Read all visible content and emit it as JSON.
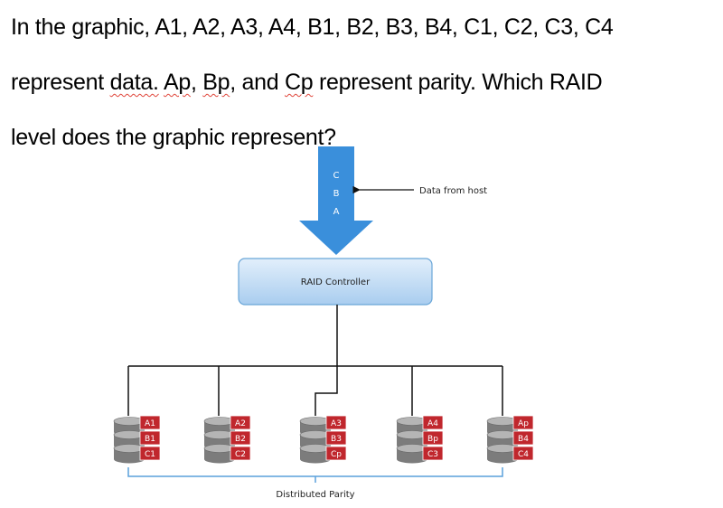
{
  "question": {
    "line1": "In the graphic, A1, A2, A3, A4, B1, B2, B3, B4, C1, C2, C3, C4",
    "line2_pre": "represent ",
    "line2_w1": "data.",
    "line2_sp1": " ",
    "line2_w2": "Ap",
    "line2_mid": ", ",
    "line2_w3": "Bp",
    "line2_mid2": ", and ",
    "line2_w4": "Cp",
    "line2_post": " represent parity. Which RAID",
    "line3": "level does the graphic represent?"
  },
  "diagram": {
    "arrow_letters": [
      "C",
      "B",
      "A"
    ],
    "host_label": "Data from host",
    "controller_label": "RAID Controller",
    "footer_label": "Distributed Parity",
    "disks": [
      {
        "blocks": [
          "A1",
          "B1",
          "C1"
        ]
      },
      {
        "blocks": [
          "A2",
          "B2",
          "C2"
        ]
      },
      {
        "blocks": [
          "A3",
          "B3",
          "Cp"
        ]
      },
      {
        "blocks": [
          "A4",
          "Bp",
          "C3"
        ]
      },
      {
        "blocks": [
          "Ap",
          "B4",
          "C4"
        ]
      }
    ],
    "colors": {
      "arrow": "#3a8fdb",
      "controller_fill": "#bcdaf5",
      "controller_stroke": "#6aa6d8",
      "block": "#c0272d",
      "bracket": "#5aa0dc",
      "disk": "#7c7c7c",
      "line": "#111111"
    }
  }
}
